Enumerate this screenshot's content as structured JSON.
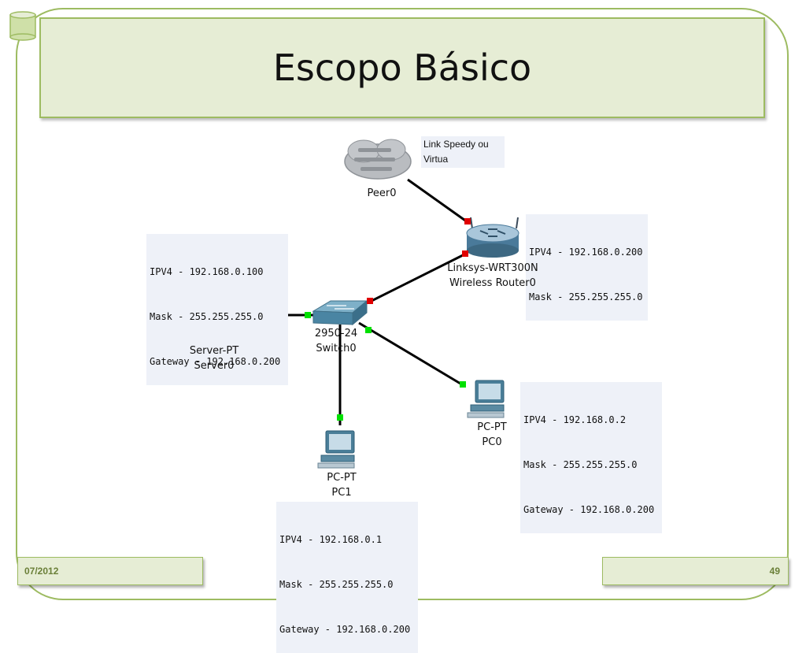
{
  "slide": {
    "title": "Escopo Básico",
    "date": "07/2012",
    "page_number": "49"
  },
  "devices": {
    "cloud": {
      "name": "Peer0",
      "note": "Link Speedy ou\nVirtua"
    },
    "router": {
      "model": "Linksys-WRT300N",
      "name": "Wireless Router0",
      "ipv4": "IPV4 - 192.168.0.200",
      "mask": "Mask - 255.255.255.0"
    },
    "switch": {
      "model": "2950-24",
      "name": "Switch0"
    },
    "server": {
      "model": "Server-PT",
      "name": "Server0",
      "ipv4": "IPV4 - 192.168.0.100",
      "mask": "Mask - 255.255.255.0",
      "gateway": "Gateway - 192.168.0.200"
    },
    "pc0": {
      "model": "PC-PT",
      "name": "PC0",
      "ipv4": "IPV4 - 192.168.0.2",
      "mask": "Mask - 255.255.255.0",
      "gateway": "Gateway - 192.168.0.200"
    },
    "pc1": {
      "model": "PC-PT",
      "name": "PC1",
      "ipv4": "IPV4 - 192.168.0.1",
      "mask": "Mask - 255.255.255.0",
      "gateway": "Gateway - 192.168.0.200"
    }
  },
  "colors": {
    "accent": "#9dbb61",
    "box_fill": "#e6edd5",
    "link_up": "#00e000",
    "link_down": "#e00000",
    "note_bg": "#eef1f8"
  }
}
